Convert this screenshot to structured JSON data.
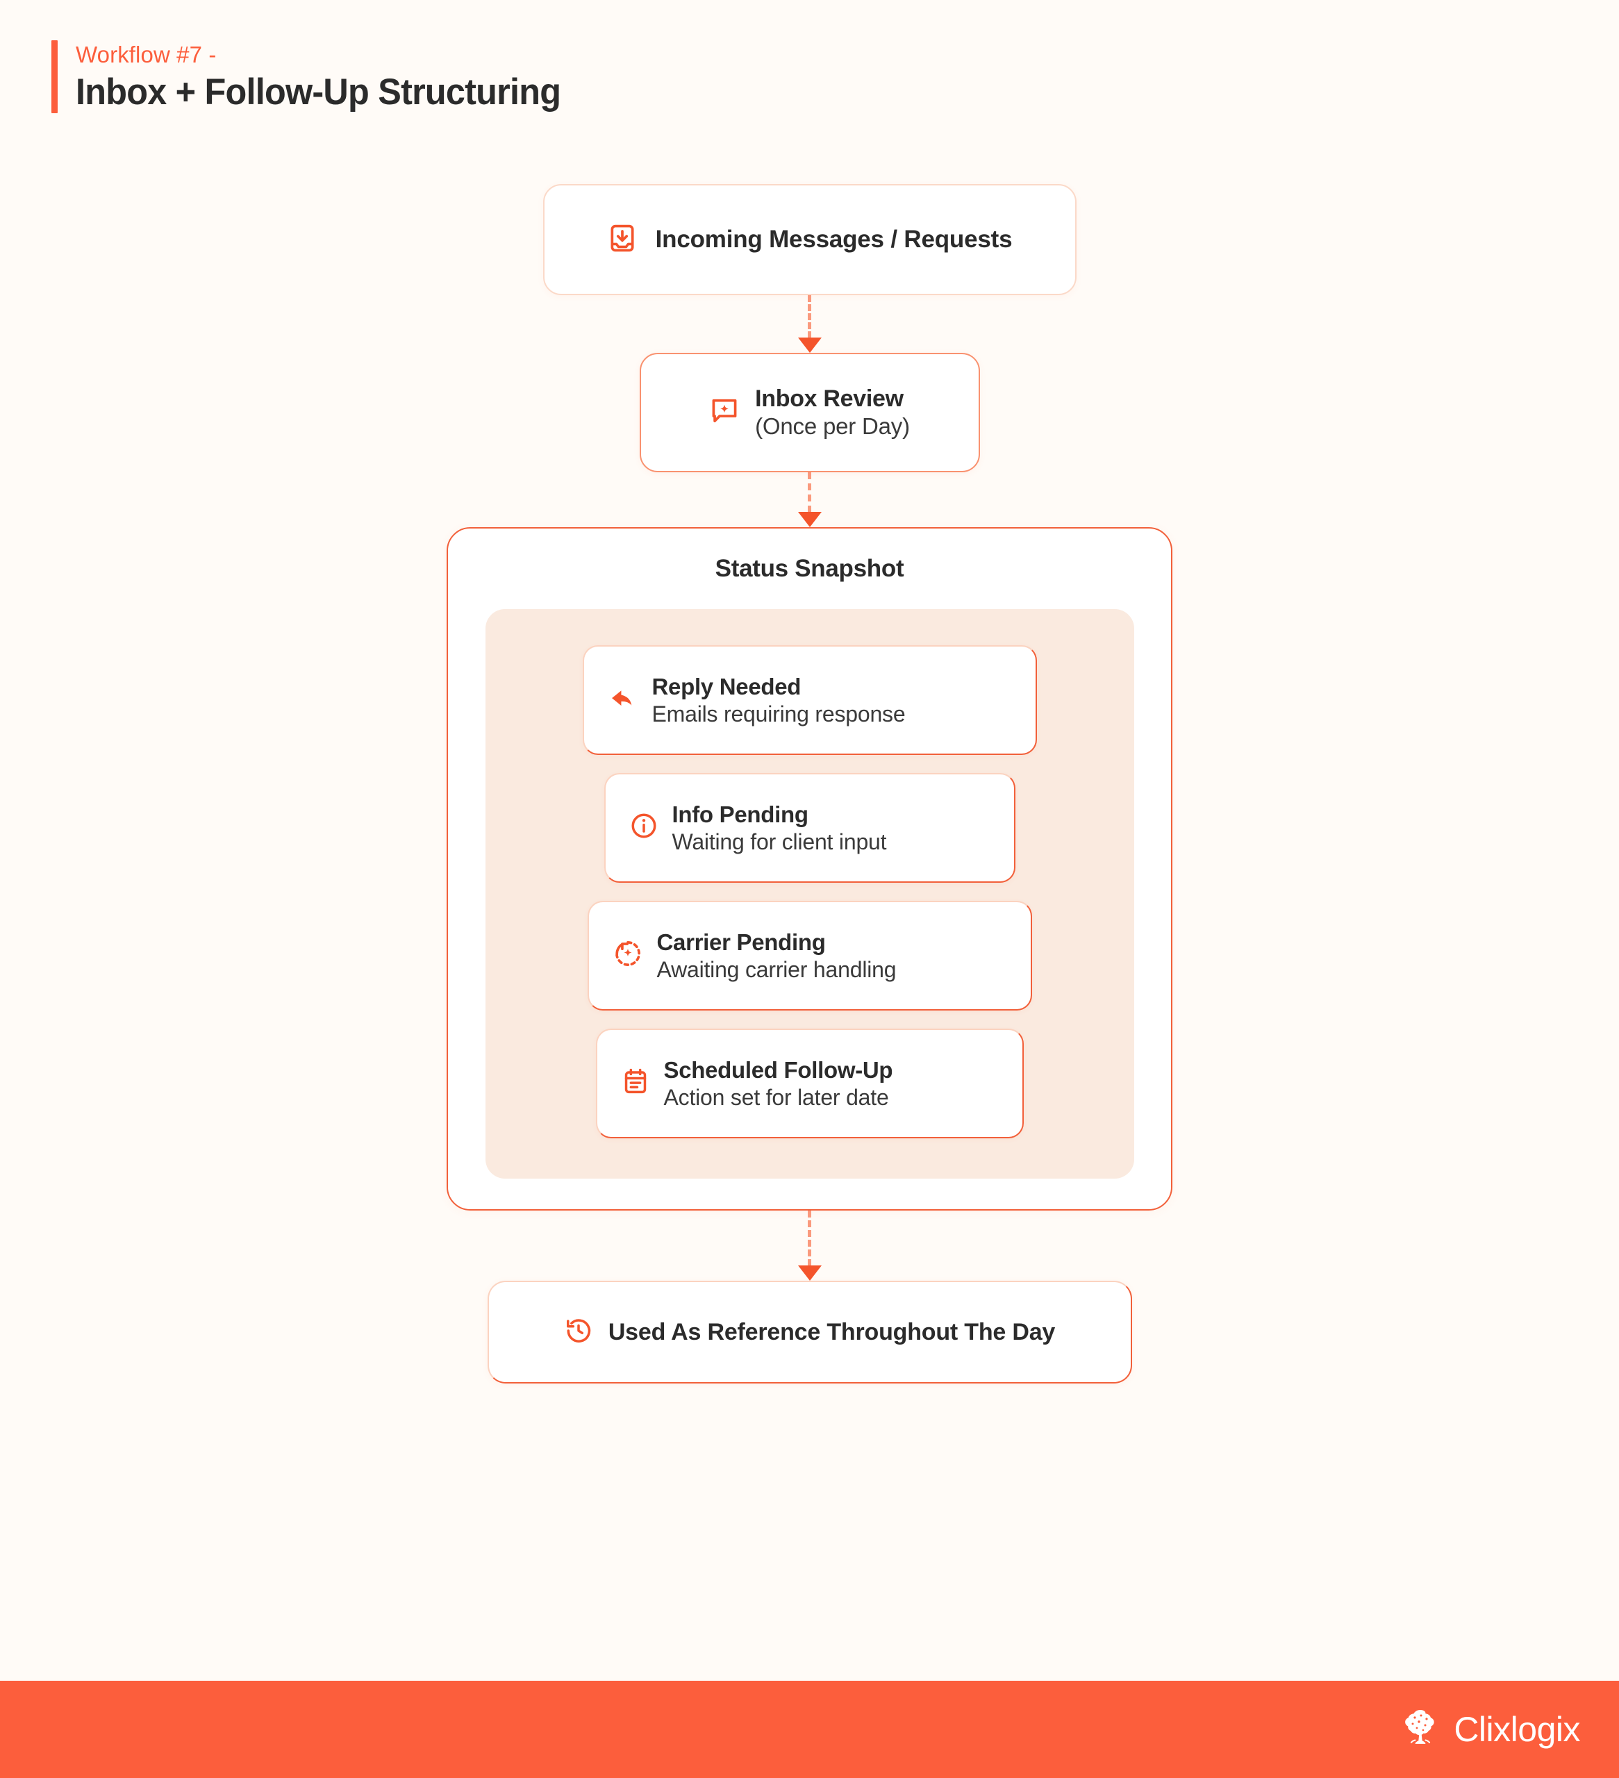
{
  "header": {
    "eyebrow": "Workflow #7 -",
    "title": "Inbox + Follow-Up Structuring",
    "accent_color": "#FC5E3C"
  },
  "flow": {
    "top_node": {
      "icon": "inbox-download-icon",
      "label": "Incoming Messages / Requests"
    },
    "review_node": {
      "icon": "chat-sparkle-icon",
      "title": "Inbox Review",
      "subtitle": "(Once per Day)"
    },
    "snapshot": {
      "title": "Status Snapshot",
      "cards": [
        {
          "icon": "reply-arrow-icon",
          "title": "Reply Needed",
          "subtitle": "Emails requiring response"
        },
        {
          "icon": "info-circle-icon",
          "title": "Info Pending",
          "subtitle": "Waiting for client input"
        },
        {
          "icon": "refresh-sparkle-icon",
          "title": "Carrier Pending",
          "subtitle": "Awaiting carrier handling"
        },
        {
          "icon": "calendar-icon",
          "title": "Scheduled Follow-Up",
          "subtitle": "Action set for later date"
        }
      ]
    },
    "bottom_node": {
      "icon": "clock-history-icon",
      "label": "Used As Reference Throughout The Day"
    }
  },
  "footer": {
    "brand": "Clixlogix",
    "logo_icon": "tree-logo-icon",
    "background_color": "#FC5E3C"
  },
  "colors": {
    "page_background": "#FFFBF7",
    "accent": "#FC5E3C",
    "border_strong": "#F2603A",
    "border_soft": "#FBD3C0",
    "panel": "#FAEADF",
    "text_dark": "#2B2B2B"
  }
}
